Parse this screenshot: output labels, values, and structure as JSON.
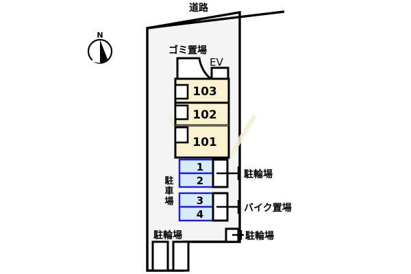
{
  "diagram": {
    "type": "site-layout-floorplan",
    "title_top": "道路",
    "colors": {
      "site_fill": "#f4f4f4",
      "unit_fill": "#fbf3cf",
      "parking_fill": "#d6ecfb",
      "parking_stroke": "#1a1af0",
      "outline": "#000000",
      "white": "#ffffff"
    }
  },
  "compass": {
    "label": "N",
    "name": "north-arrow"
  },
  "road": {
    "label": "道路"
  },
  "facilities": {
    "trash": {
      "label": "ゴミ置場"
    },
    "elevator": {
      "label": "EV"
    }
  },
  "units": [
    {
      "label": "103"
    },
    {
      "label": "102"
    },
    {
      "label": "101"
    }
  ],
  "parking_lot": {
    "label": "駐車場",
    "label_chars": [
      "駐",
      "車",
      "場"
    ],
    "spaces": [
      {
        "label": "1"
      },
      {
        "label": "2"
      },
      {
        "label": "3"
      },
      {
        "label": "4"
      }
    ]
  },
  "annotations": [
    {
      "label": "駐輪場",
      "name": "bicycle-parking-upper"
    },
    {
      "label": "バイク置場",
      "name": "motorcycle-parking"
    },
    {
      "label": "駐輪場",
      "name": "bicycle-parking-lower-right"
    }
  ],
  "bottom_bicycle": {
    "label": "駐輪場"
  },
  "watermark": {
    "text": ""
  }
}
